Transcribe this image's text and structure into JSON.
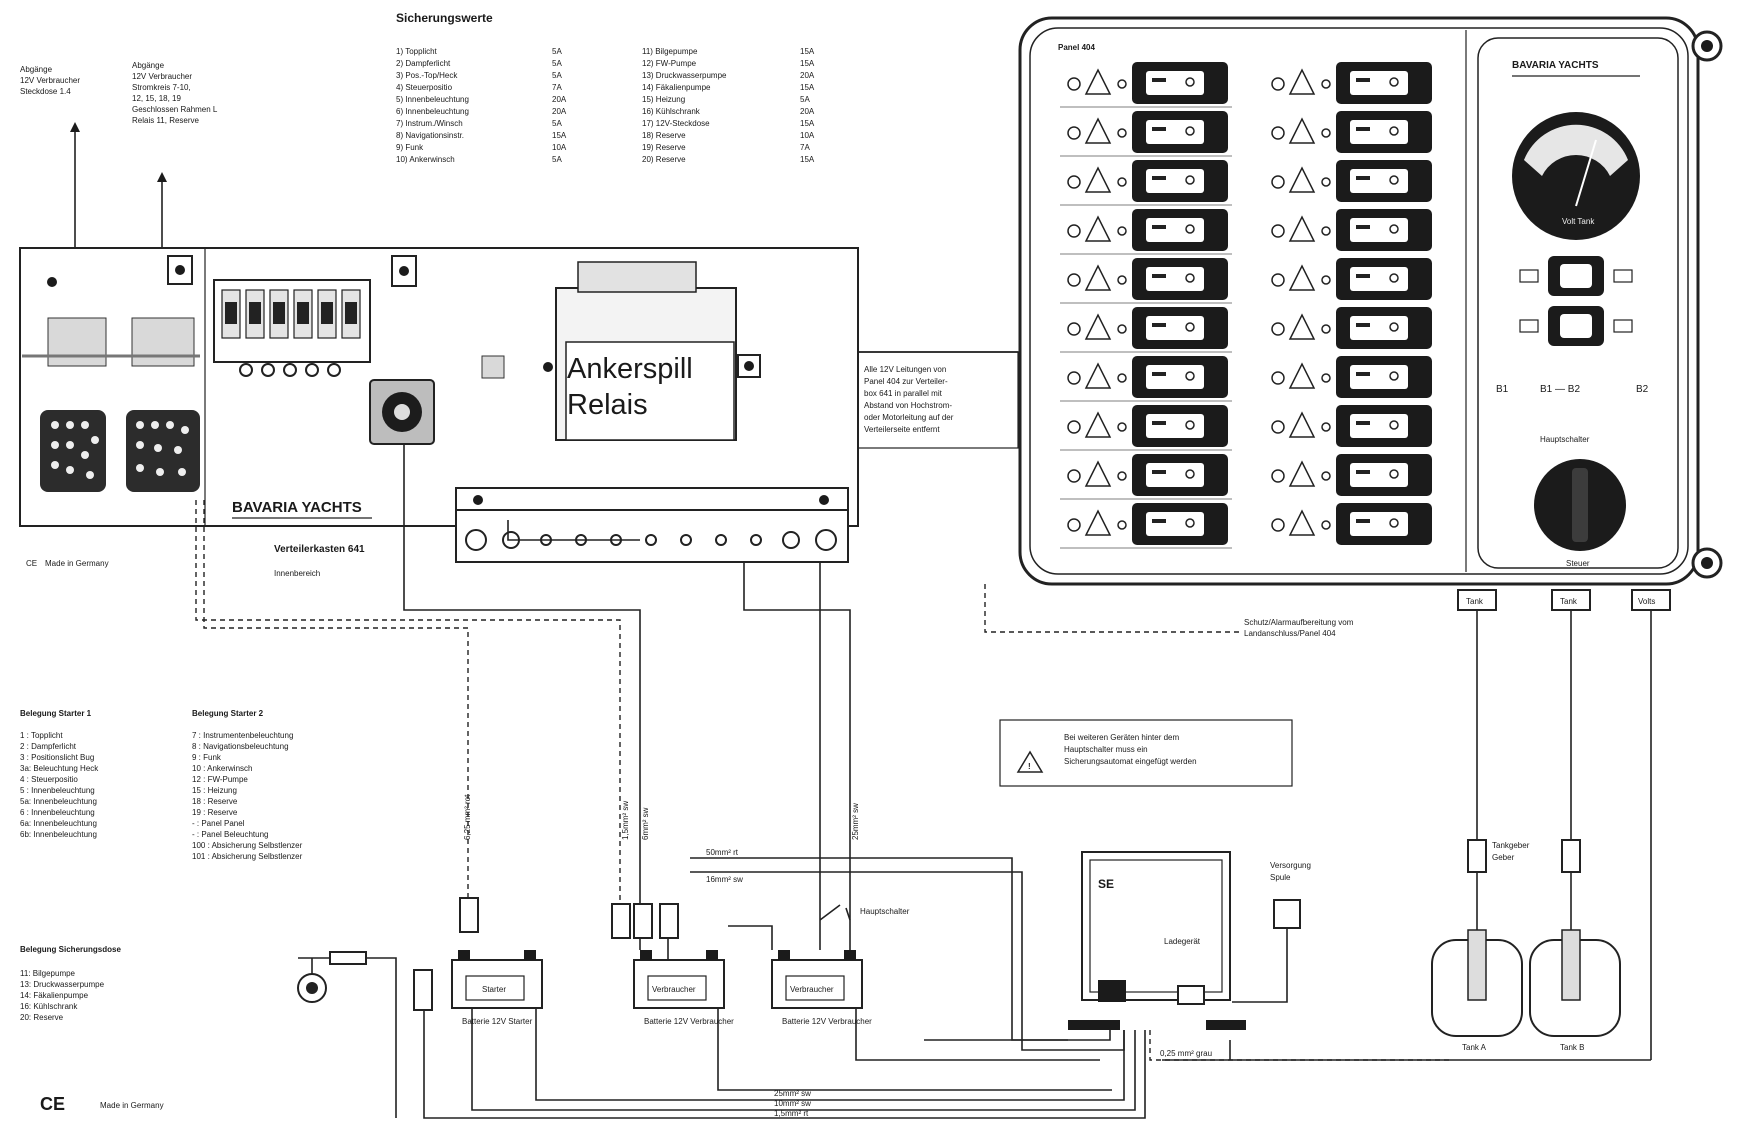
{
  "fuse_table": {
    "title": "Sicherungswerte",
    "left": [
      {
        "label": "1) Topplicht",
        "value": "5A"
      },
      {
        "label": "2) Dampferlicht",
        "value": "5A"
      },
      {
        "label": "3) Pos.-Top/Heck",
        "value": "5A"
      },
      {
        "label": "4) Steuerpositio",
        "value": "7A"
      },
      {
        "label": "5) Innenbeleuchtung",
        "value": "20A"
      },
      {
        "label": "6) Innenbeleuchtung",
        "value": "20A"
      },
      {
        "label": "7) Instrum./Winsch",
        "value": "5A"
      },
      {
        "label": "8) Navigationsinstr.",
        "value": "15A"
      },
      {
        "label": "9) Funk",
        "value": "10A"
      },
      {
        "label": "10) Ankerwinsch",
        "value": "5A"
      }
    ],
    "right": [
      {
        "label": "11) Bilgepumpe",
        "value": "15A"
      },
      {
        "label": "12) FW-Pumpe",
        "value": "15A"
      },
      {
        "label": "13) Druckwasserpumpe",
        "value": "20A"
      },
      {
        "label": "14) Fäkalienpumpe",
        "value": "15A"
      },
      {
        "label": "15) Heizung",
        "value": "5A"
      },
      {
        "label": "16) Kühlschrank",
        "value": "20A"
      },
      {
        "label": "17) 12V-Steckdose",
        "value": "15A"
      },
      {
        "label": "18) Reserve",
        "value": "10A"
      },
      {
        "label": "19) Reserve",
        "value": "7A"
      },
      {
        "label": "20) Reserve",
        "value": "15A"
      }
    ]
  },
  "top_left": {
    "outlet1": [
      "Abgänge",
      "12V Verbraucher",
      "Steckdose 1.4"
    ],
    "outlet2": [
      "Abgänge",
      "12V Verbraucher",
      "Stromkreis 7-10,",
      "12, 15, 18, 19",
      "Geschlossen Rahmen L",
      "Relais 11, Reserve"
    ]
  },
  "relay": {
    "line1": "Ankerspill",
    "line2": "Relais"
  },
  "distribution": {
    "brand": "BAVARIA YACHTS",
    "model": "Verteilerkasten 641",
    "sub": "Innenbereich"
  },
  "mid_note": [
    "Alle 12V Leitungen von",
    "Panel 404 zur Verteiler-",
    "box 641 in parallel mit",
    "Abstand von Hochstrom-",
    "oder Motorleitung auf der",
    "Verteilerseite entfernt"
  ],
  "panel": {
    "title": "Panel 404",
    "brand": "BAVARIA YACHTS",
    "meter_label": "Volt Tank",
    "switch_label": "Hauptschalter",
    "knob_label": "Steuer",
    "bottom_labels": [
      "Tank",
      "Tank",
      "Volts"
    ],
    "legend": [
      "B1",
      "B1 — B2",
      "B2"
    ]
  },
  "panel_note": [
    "Schutz/Alarmaufbereitung vom",
    "Landanschluss/Panel 404"
  ],
  "warning": [
    "Bei weiteren Geräten hinter dem",
    "Hauptschalter muss ein",
    "Sicherungsautomat eingefügt werden"
  ],
  "charger": {
    "label": "SE",
    "sub": "Ladegerät"
  },
  "socket": [
    "Versorgung",
    "Spule"
  ],
  "tank_note": [
    "Tankgeber",
    "Geber"
  ],
  "tank_labels": [
    "Tank A",
    "Tank B"
  ],
  "batteries": [
    {
      "name": "Starter",
      "sub": "Batterie 12V Starter"
    },
    {
      "name": "Verbraucher",
      "sub": "Batterie 12V Verbraucher"
    },
    {
      "name": "Verbraucher",
      "sub": "Batterie 12V Verbraucher"
    }
  ],
  "main_switch": "Hauptschalter",
  "wire_labels": [
    "6,25 mm² rot",
    "1,5mm² sw",
    "6mm² sw",
    "25mm² sw",
    "50mm² rt",
    "0,25 mm² grau",
    "16mm² sw",
    "25mm² sw",
    "10mm² sw",
    "1,5mm² rt"
  ],
  "legend1": {
    "title": "Belegung Starter 1",
    "items": [
      "1 : Topplicht",
      "2 : Dampferlicht",
      "3 : Positionslicht Bug",
      "3a: Beleuchtung Heck",
      "4 : Steuerpositio",
      "5 : Innenbeleuchtung",
      "5a: Innenbeleuchtung",
      "6 : Innenbeleuchtung",
      "6a: Innenbeleuchtung",
      "6b: Innenbeleuchtung"
    ]
  },
  "legend2": {
    "title": "Belegung Starter 2",
    "items": [
      "7 : Instrumentenbeleuchtung",
      "8 : Navigationsbeleuchtung",
      "9 : Funk",
      "10 : Ankerwinsch",
      "12 : FW-Pumpe",
      "15 : Heizung",
      "18 : Reserve",
      "19 : Reserve",
      "- : Panel Panel",
      "- : Panel Beleuchtung",
      "100 : Absicherung Selbstlenzer",
      "101 : Absicherung Selbstlenzer"
    ]
  },
  "legend3": {
    "title": "Belegung Sicherungsdose",
    "items": [
      "11: Bilgepumpe",
      "13: Druckwasserpumpe",
      "14: Fäkalienpumpe",
      "16: Kühlschrank",
      "20: Reserve"
    ]
  },
  "footer": {
    "ce": "CE",
    "made": "Made in Germany"
  },
  "ce_small": [
    "CE",
    "Made in Germany"
  ]
}
